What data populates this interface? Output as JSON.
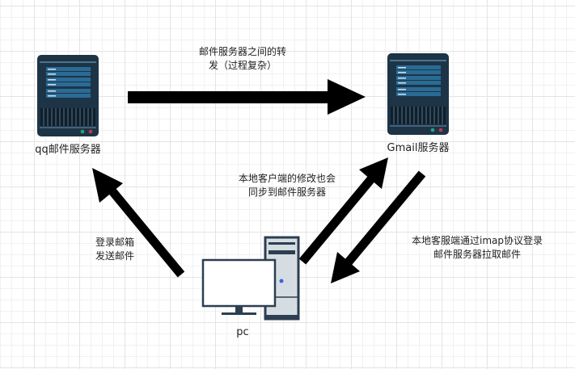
{
  "nodes": {
    "qq_server": "qq邮件服务器",
    "gmail_server": "Gmail服务器",
    "pc": "pc"
  },
  "edges": {
    "server_transfer": [
      "邮件服务器之间的转",
      "发（过程复杂）"
    ],
    "login_send": [
      "登录邮箱",
      "发送邮件"
    ],
    "local_sync": [
      "本地客户端的修改也会",
      "同步到邮件服务器"
    ],
    "imap_fetch": [
      "本地客服端通过imap协议登录",
      "邮件服务器拉取邮件"
    ]
  },
  "colors": {
    "server": "#1d3447",
    "server_panel": "#2a6b95",
    "arrow": "#000000",
    "pc_frame": "#2c3e50",
    "pc_case": "#d5dde3",
    "led_green": "#2aa37a",
    "led_red": "#c0394b",
    "pc_led": "#3a66d6"
  }
}
